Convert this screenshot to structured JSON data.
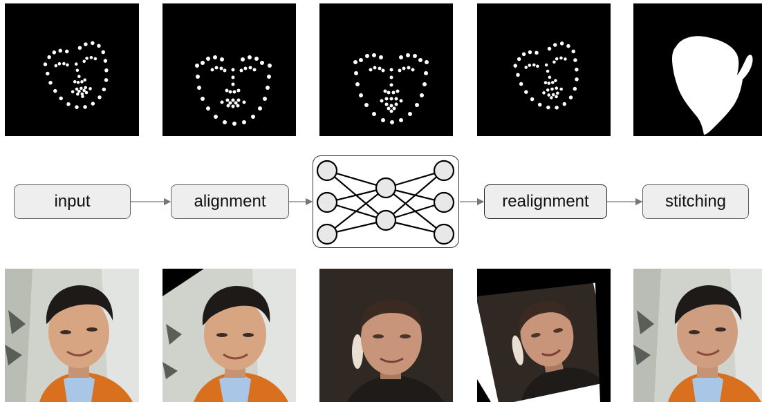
{
  "pipeline": {
    "stages": [
      {
        "id": "input",
        "label": "input"
      },
      {
        "id": "alignment",
        "label": "alignment"
      },
      {
        "id": "network",
        "label": ""
      },
      {
        "id": "realignment",
        "label": "realignment"
      },
      {
        "id": "stitching",
        "label": "stitching"
      }
    ]
  },
  "colors": {
    "box_fill": "#eeeeee",
    "box_border": "#5f5f5f",
    "arrow": "#777777",
    "panel_bg": "#000000",
    "landmark": "#ffffff"
  },
  "icons": {
    "network": "neural-network-icon",
    "landmarks": "face-landmark-icon",
    "mask": "face-mask-icon",
    "photo": "face-photo-icon"
  }
}
